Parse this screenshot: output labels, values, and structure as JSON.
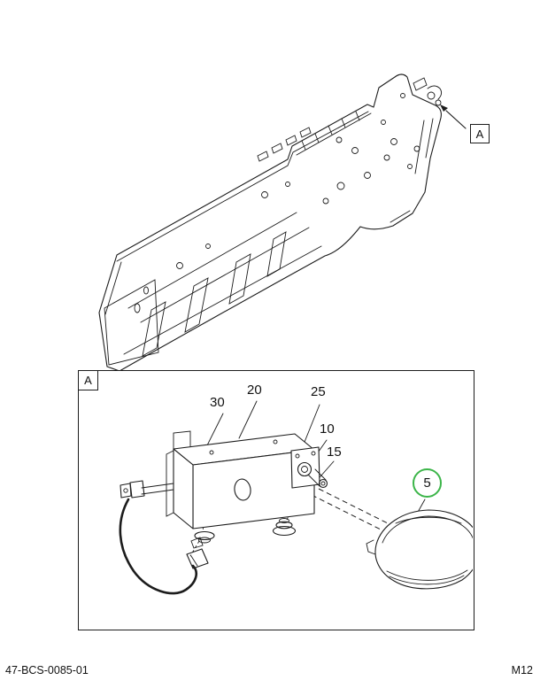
{
  "page": {
    "footer": {
      "left": "47-BCS-0085-01",
      "right": "M12"
    }
  },
  "colors": {
    "line": "#1c1c1c",
    "highlight_green": "#3cb549"
  },
  "overview": {
    "view_label": "A"
  },
  "detail": {
    "view_label": "A",
    "callouts": {
      "c30": "30",
      "c20": "20",
      "c25": "25",
      "c10": "10",
      "c15": "15",
      "c5": "5"
    }
  }
}
